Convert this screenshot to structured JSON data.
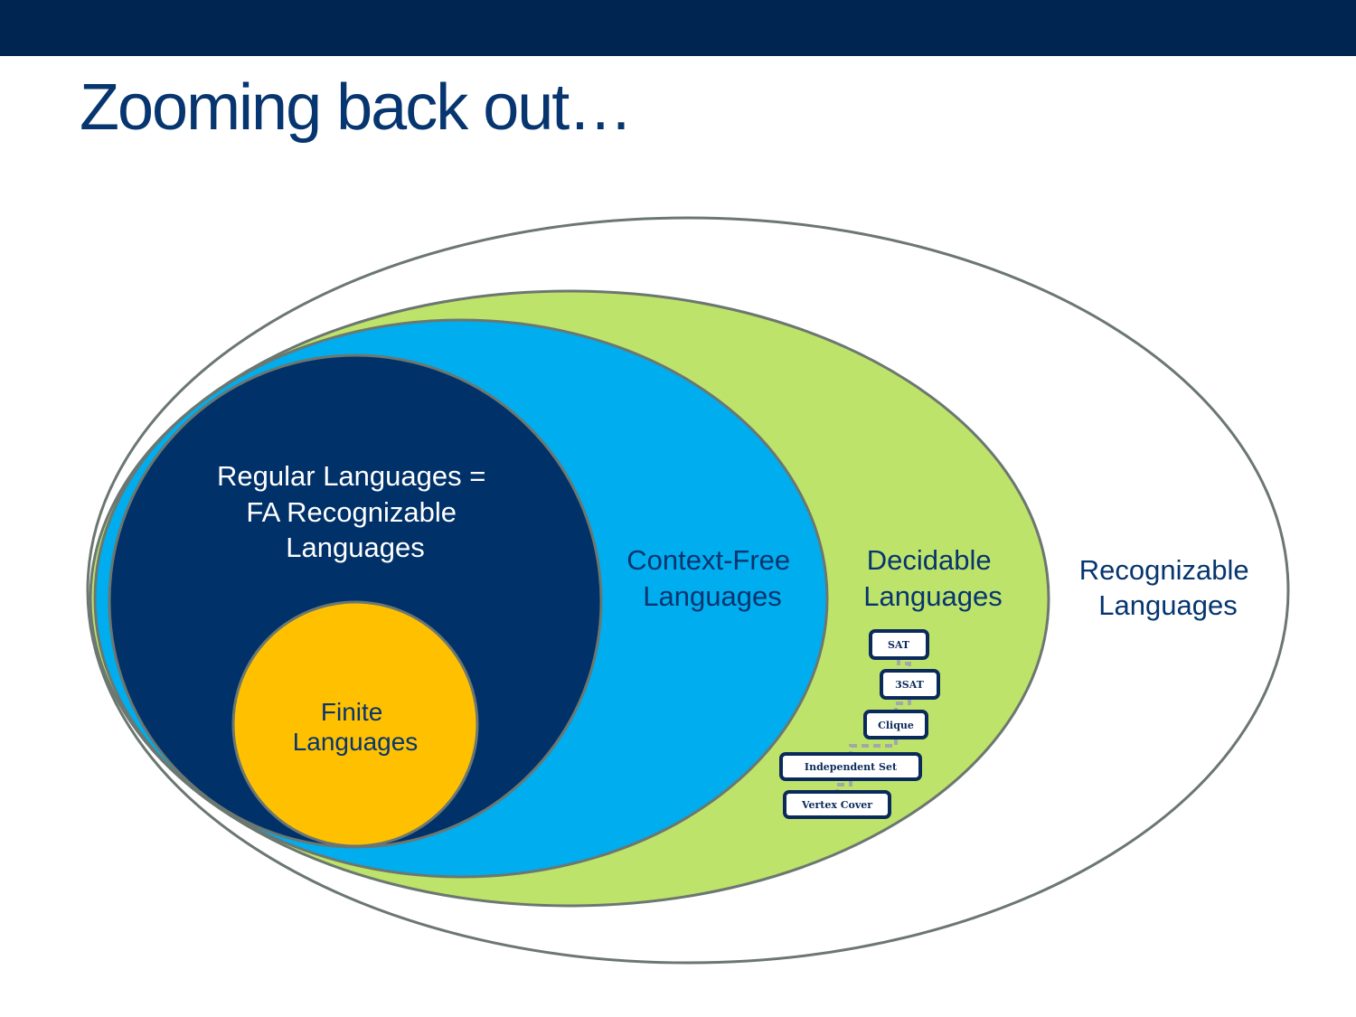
{
  "slide": {
    "title": "Zooming back out…",
    "colors": {
      "header": "#002550",
      "recognizable": "#ffffff",
      "decidable": "#bee36a",
      "context_free": "#00adee",
      "regular": "#003169",
      "finite": "#ffc000",
      "outline": "#6b7770"
    }
  },
  "diagram": {
    "sets": {
      "recognizable": [
        "Recognizable",
        "Languages"
      ],
      "decidable": [
        "Decidable",
        "Languages"
      ],
      "context_free": [
        "Context-Free",
        "Languages"
      ],
      "regular": [
        "Regular Languages =",
        "FA Recognizable",
        "Languages"
      ],
      "finite": [
        "Finite",
        "Languages"
      ]
    },
    "reduction_chain": [
      "SAT",
      "3SAT",
      "Clique",
      "Independent Set",
      "Vertex Cover"
    ]
  }
}
